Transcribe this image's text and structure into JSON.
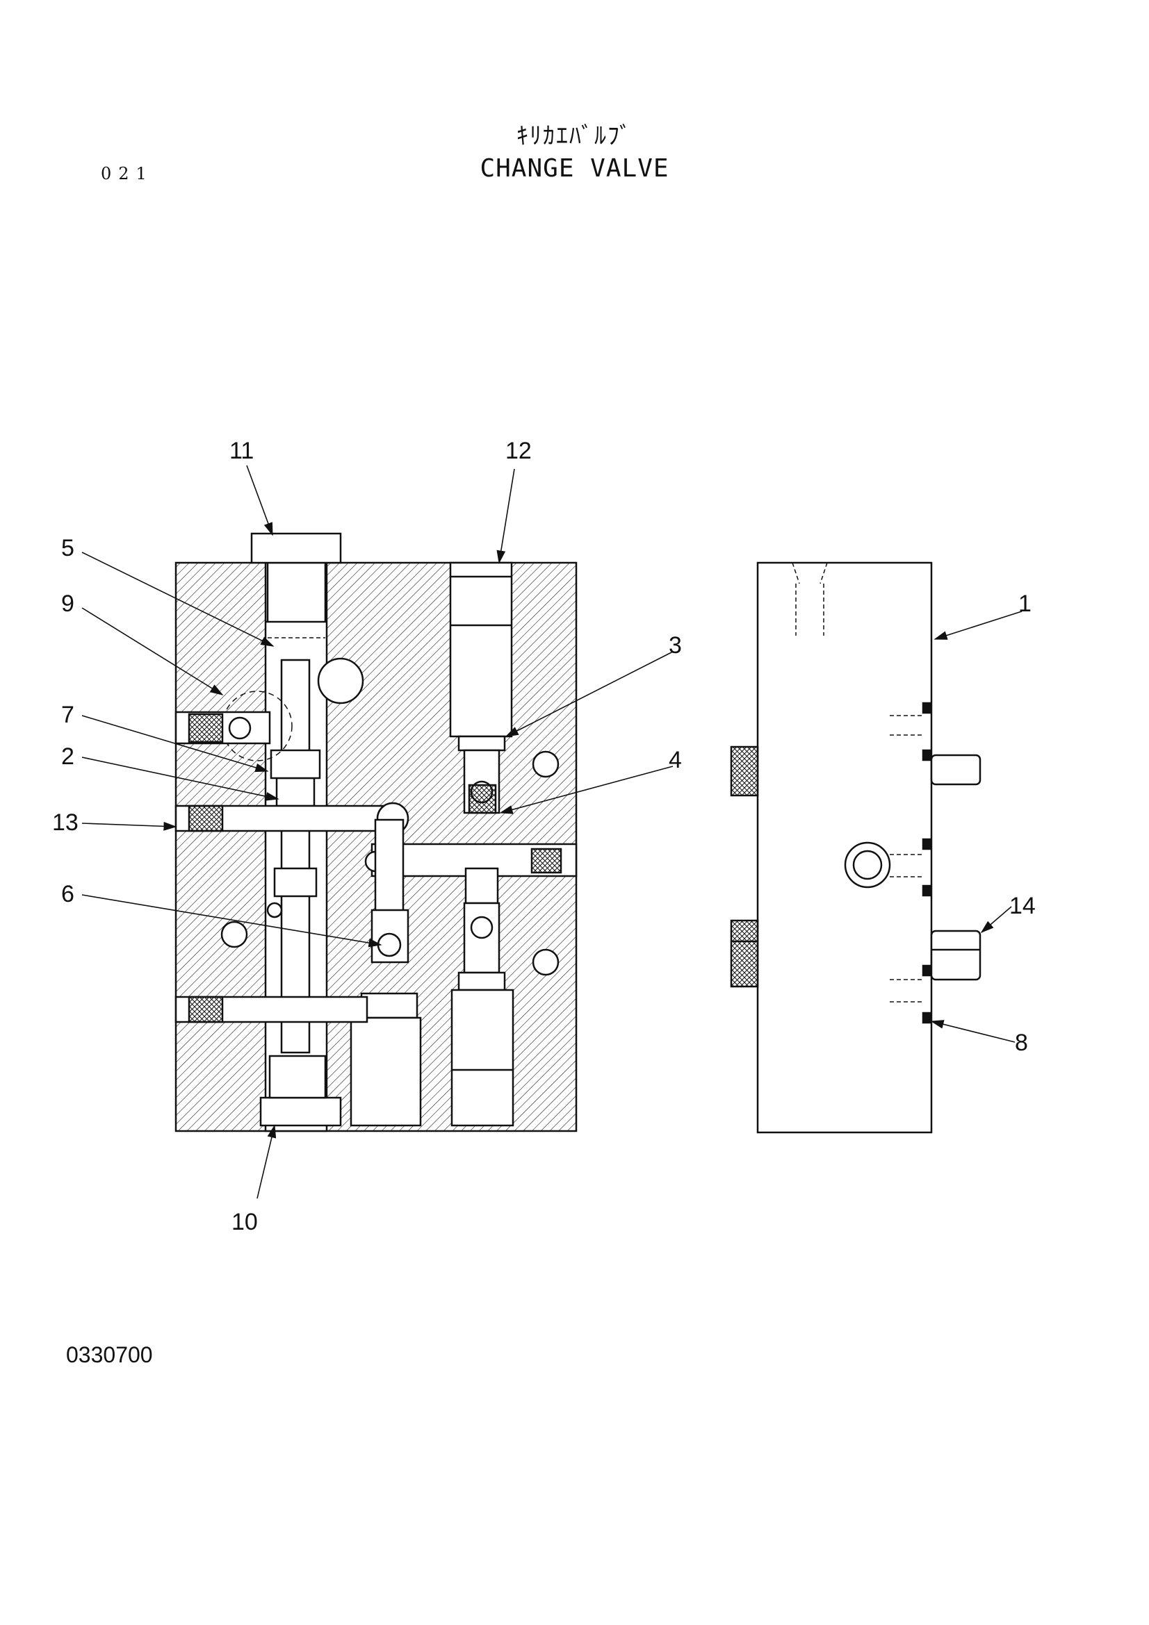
{
  "header": {
    "title_jp": "ｷﾘｶｴﾊﾞﾙﾌﾞ",
    "title_en": "CHANGE VALVE",
    "page_code": "021"
  },
  "footer": {
    "drawing_number": "0330700"
  },
  "callouts": {
    "c1": "1",
    "c2": "2",
    "c3": "3",
    "c4": "4",
    "c5": "5",
    "c6": "6",
    "c7": "7",
    "c8": "8",
    "c9": "9",
    "c10": "10",
    "c11": "11",
    "c12": "12",
    "c13": "13",
    "c14": "14"
  },
  "colors": {
    "ink": "#111111",
    "paper": "#ffffff"
  }
}
